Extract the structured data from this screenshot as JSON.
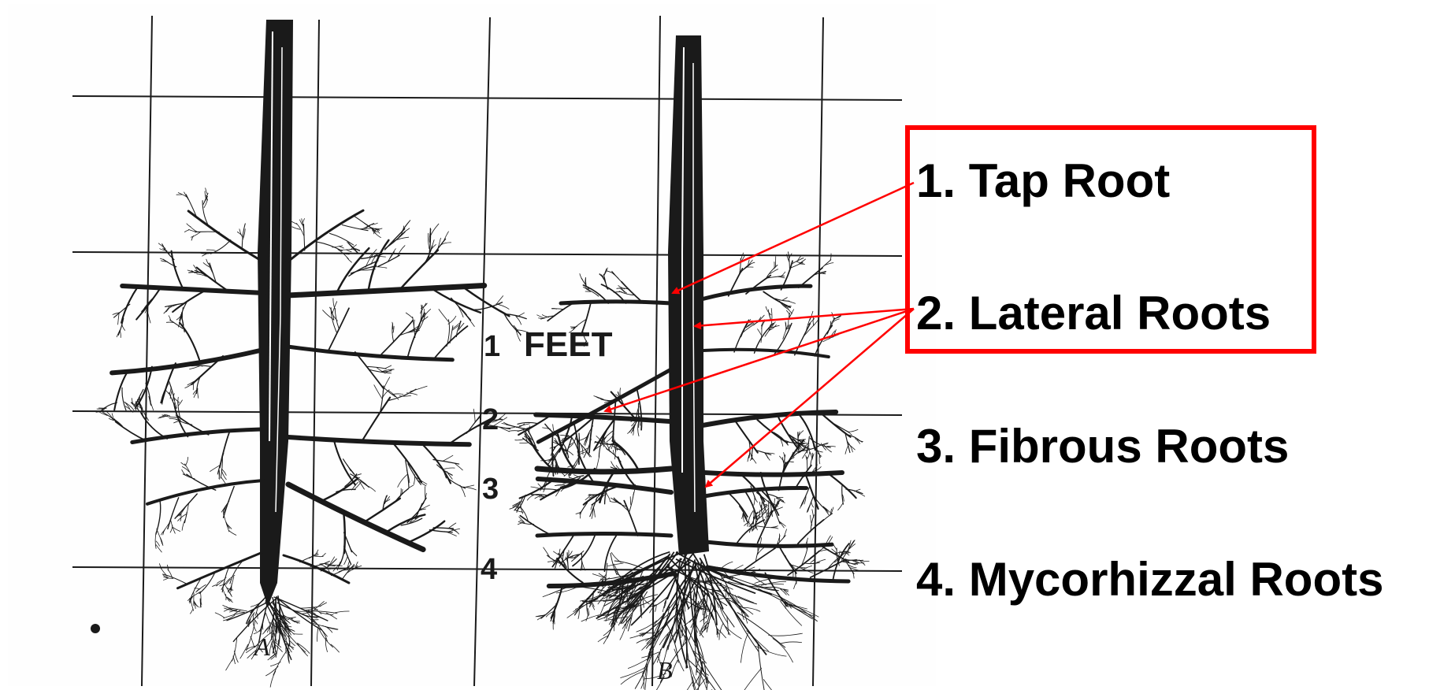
{
  "diagram": {
    "scale_unit": "FEET",
    "scale_ticks": [
      "1",
      "2",
      "3",
      "4"
    ],
    "tree_labels": [
      "A",
      "B"
    ],
    "legend": [
      {
        "label": "1. Tap Root"
      },
      {
        "label": "2. Lateral Roots"
      },
      {
        "label": "3. Fibrous Roots"
      },
      {
        "label": "4. Mycorhizzal Roots"
      }
    ],
    "colors": {
      "highlight_box": "#ff0000",
      "arrow": "#ff0000",
      "ink": "#1a1a1a",
      "paper": "#fefefe"
    }
  }
}
